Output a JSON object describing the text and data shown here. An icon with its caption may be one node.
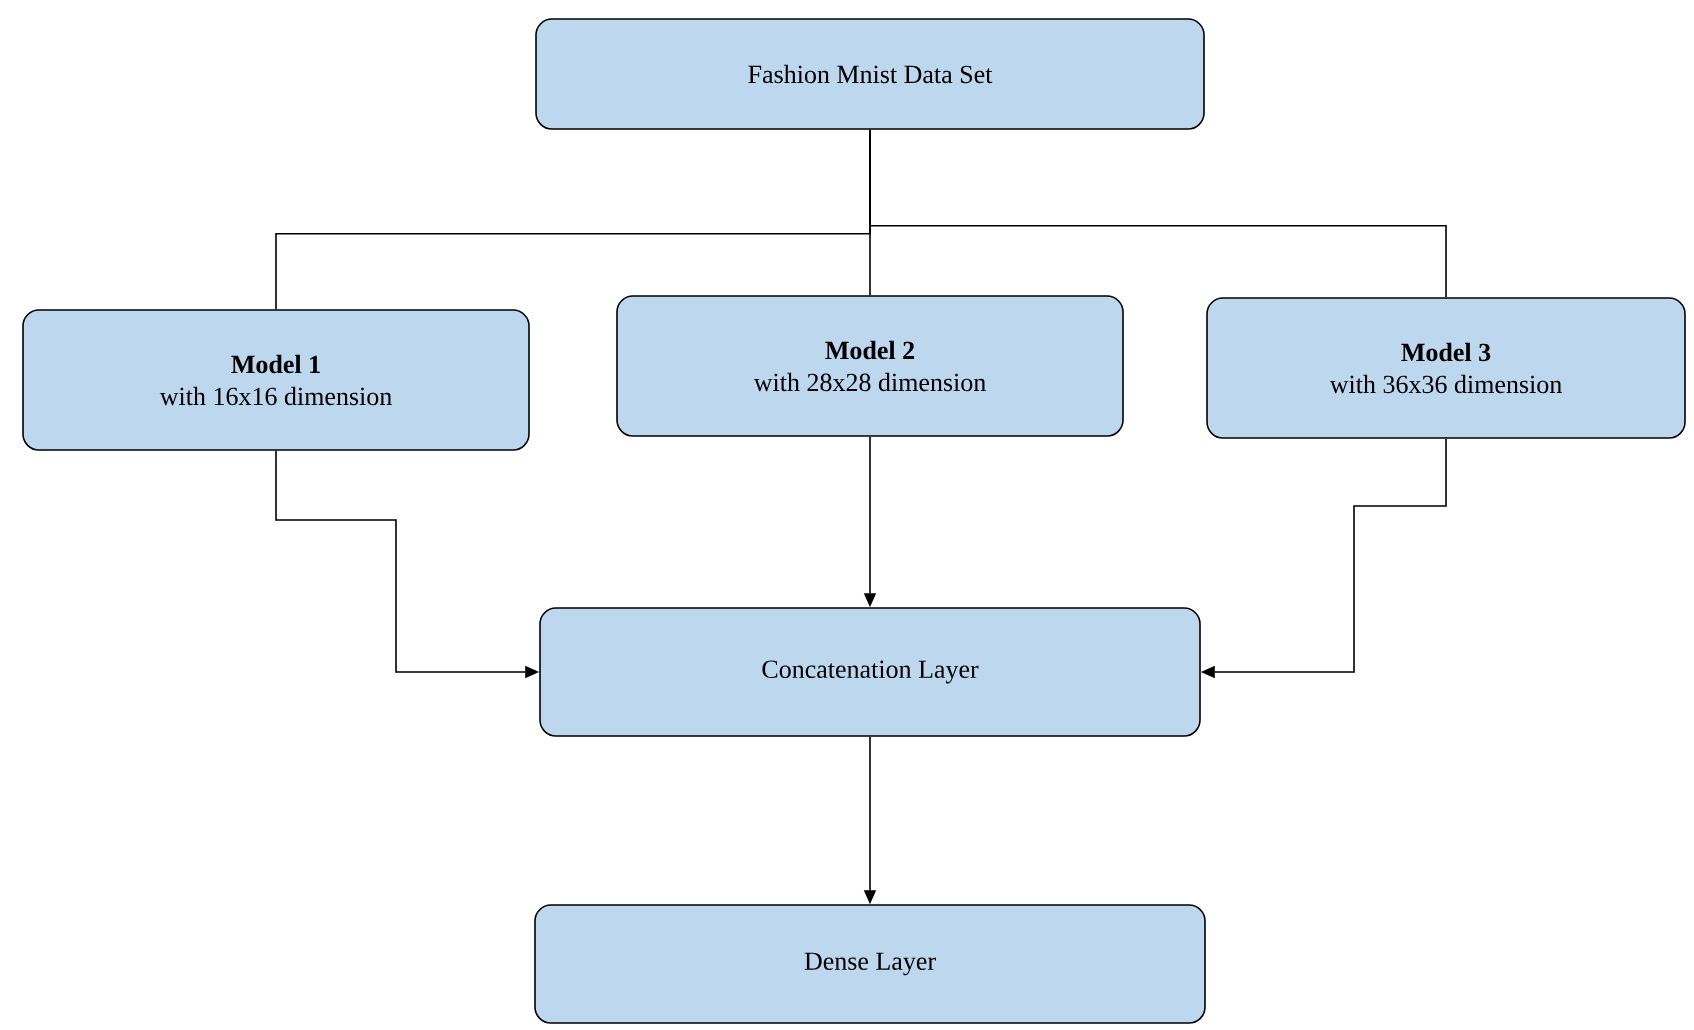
{
  "diagram": {
    "nodes": [
      {
        "text": [
          "Fashion Mnist Data Set"
        ]
      },
      {
        "text": [
          "Model 1",
          "with 16x16 dimension"
        ]
      },
      {
        "text": [
          "Model 2",
          "with 28x28 dimension"
        ]
      },
      {
        "text": [
          "Model 3",
          "with 36x36 dimension"
        ]
      },
      {
        "text": [
          "Concatenation Layer"
        ]
      },
      {
        "text": [
          "Dense Layer"
        ]
      }
    ],
    "edges": [
      {
        "from": 0,
        "to": 1,
        "arrow": "none"
      },
      {
        "from": 0,
        "to": 2,
        "arrow": "none"
      },
      {
        "from": 0,
        "to": 3,
        "arrow": "none"
      },
      {
        "from": 1,
        "to": 4,
        "arrow": "to"
      },
      {
        "from": 2,
        "to": 4,
        "arrow": "to"
      },
      {
        "from": 3,
        "to": 4,
        "arrow": "to"
      },
      {
        "from": 4,
        "to": 5,
        "arrow": "to"
      }
    ]
  }
}
